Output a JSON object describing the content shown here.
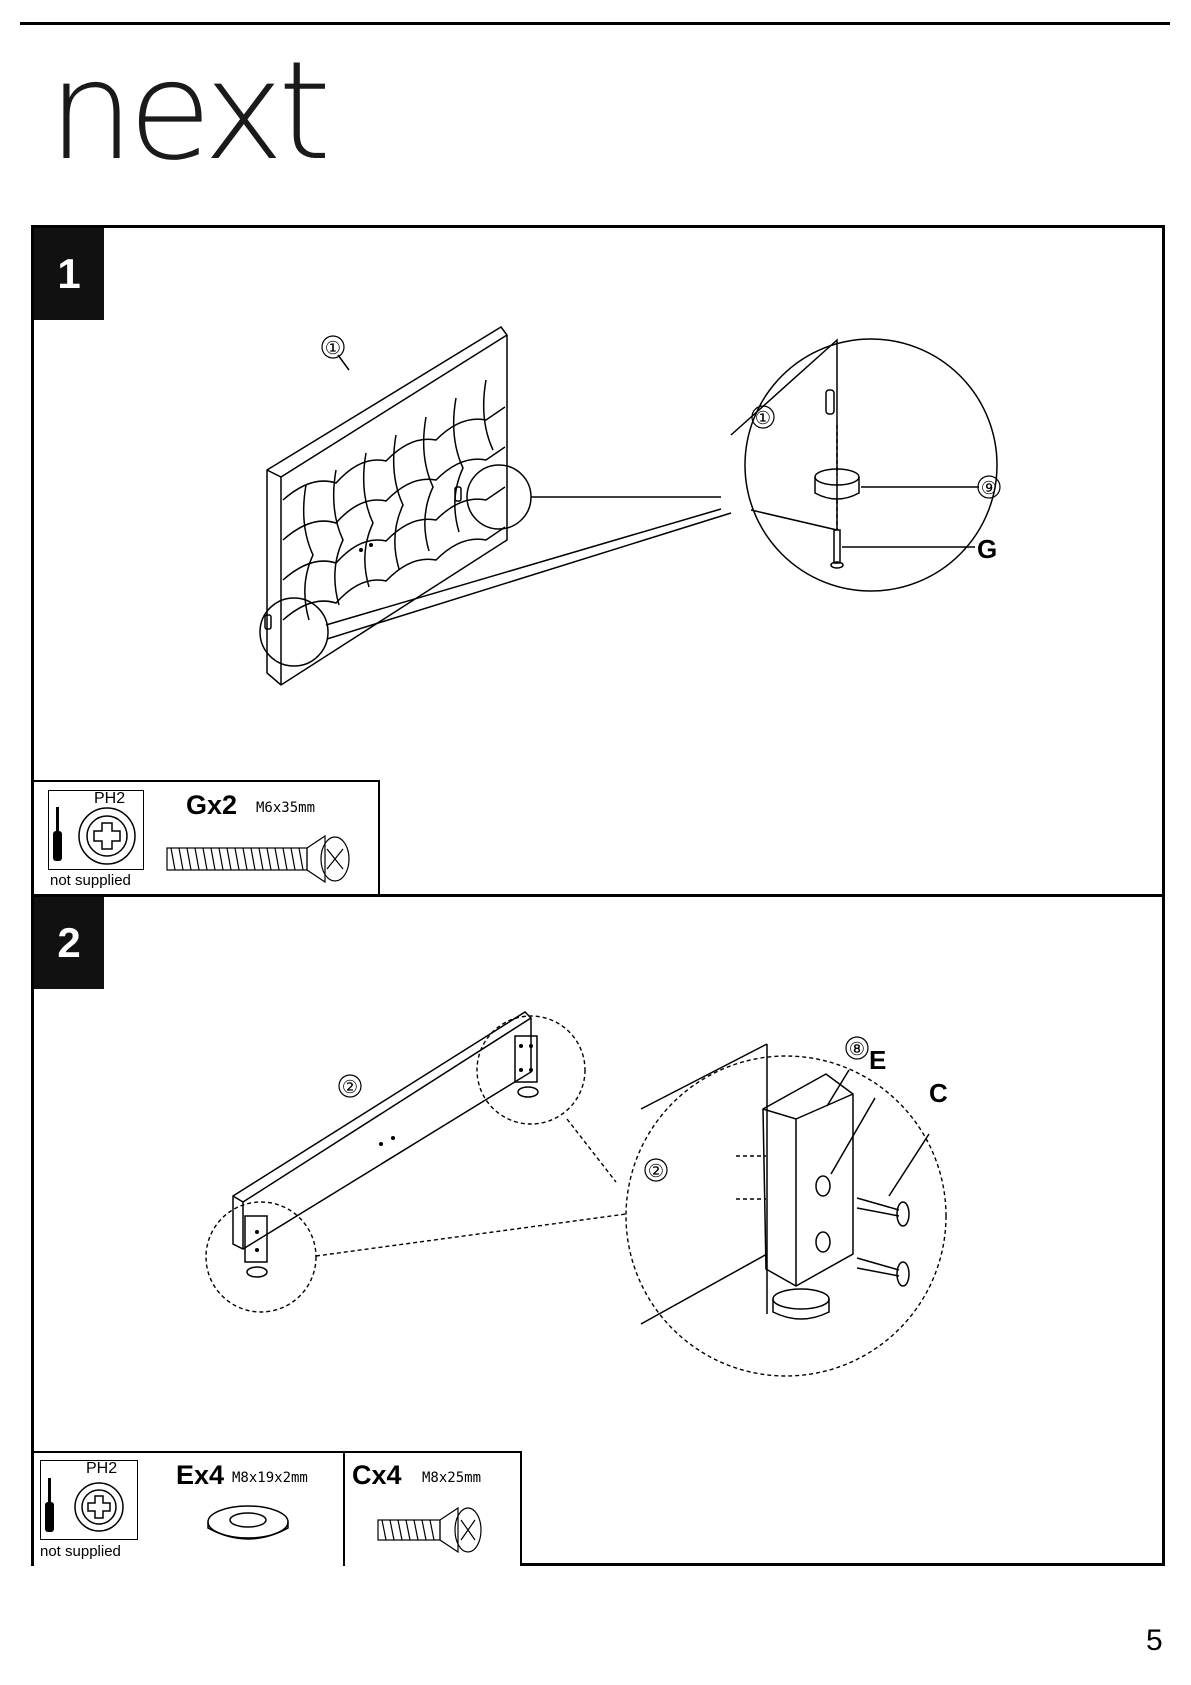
{
  "brand": {
    "logo_text": "next"
  },
  "page_number": "5",
  "steps": [
    {
      "number": "1",
      "callouts": {
        "headboard": "①",
        "headboard_detail": "①",
        "foot_pad": "⑨",
        "screw": "G"
      },
      "parts": {
        "tool_label": "PH2",
        "tool_note": "not supplied",
        "items": [
          {
            "qty": "Gx2",
            "spec": "M6x35mm"
          }
        ]
      }
    },
    {
      "number": "2",
      "callouts": {
        "rail": "②",
        "rail_detail": "②",
        "bracket": "⑧",
        "washer": "E",
        "bolt": "C"
      },
      "parts": {
        "tool_label": "PH2",
        "tool_note": "not supplied",
        "items": [
          {
            "qty": "Ex4",
            "spec": "M8x19x2mm"
          },
          {
            "qty": "Cx4",
            "spec": "M8x25mm"
          }
        ]
      }
    }
  ]
}
